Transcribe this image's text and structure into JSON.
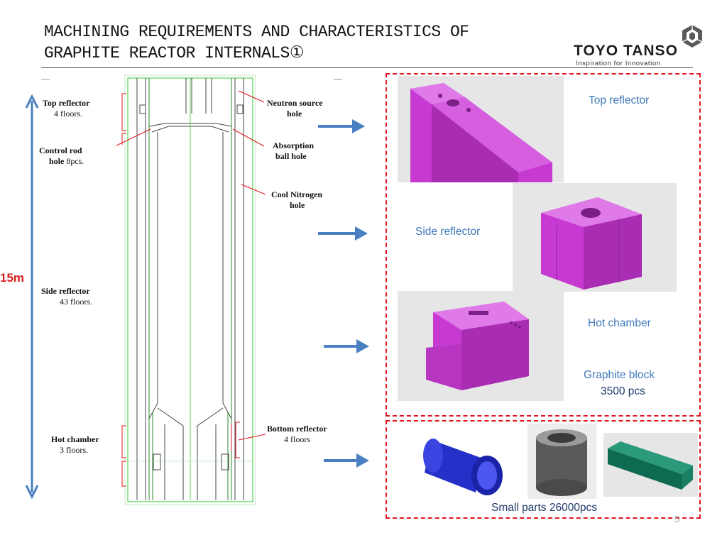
{
  "slide": {
    "title_line1": "MACHINING REQUIREMENTS AND CHARACTERISTICS OF",
    "title_line2": "GRAPHITE REACTOR INTERNALS①",
    "page_number": "5"
  },
  "logo": {
    "name": "TOYO TANSO",
    "tagline": "Inspiration for Innovation",
    "icon": "hexagon-logo-icon"
  },
  "diagram": {
    "height_label": "15m",
    "labels": {
      "top_reflector": "Top reflector",
      "top_reflector_floors": "4 floors.",
      "control_rod": "Control rod",
      "control_rod_hole": "hole",
      "control_rod_count": "8pcs.",
      "side_reflector": "Side reflector",
      "side_reflector_floors": "43 floors.",
      "hot_chamber": "Hot chamber",
      "hot_chamber_floors": "3 floors.",
      "neutron_source": "Neutron source",
      "neutron_source_hole": "hole",
      "absorption": "Absorption",
      "absorption_ball_hole": "ball hole",
      "cool_nitrogen": "Cool Nitrogen",
      "cool_nitrogen_hole": "hole",
      "bottom_reflector": "Bottom reflector",
      "bottom_reflector_floors": "4 floors"
    }
  },
  "parts": {
    "top_reflector": "Top reflector",
    "side_reflector": "Side reflector",
    "hot_chamber": "Hot chamber",
    "graphite_block": "Graphite block",
    "graphite_block_count": "3500 pcs",
    "small_parts": "Small parts  26000pcs"
  },
  "colors": {
    "accent_red": "#e0151d",
    "arrow_blue": "#4a7fc1",
    "part_magenta": "#c63ad1",
    "caption_blue": "#3e78b8"
  }
}
